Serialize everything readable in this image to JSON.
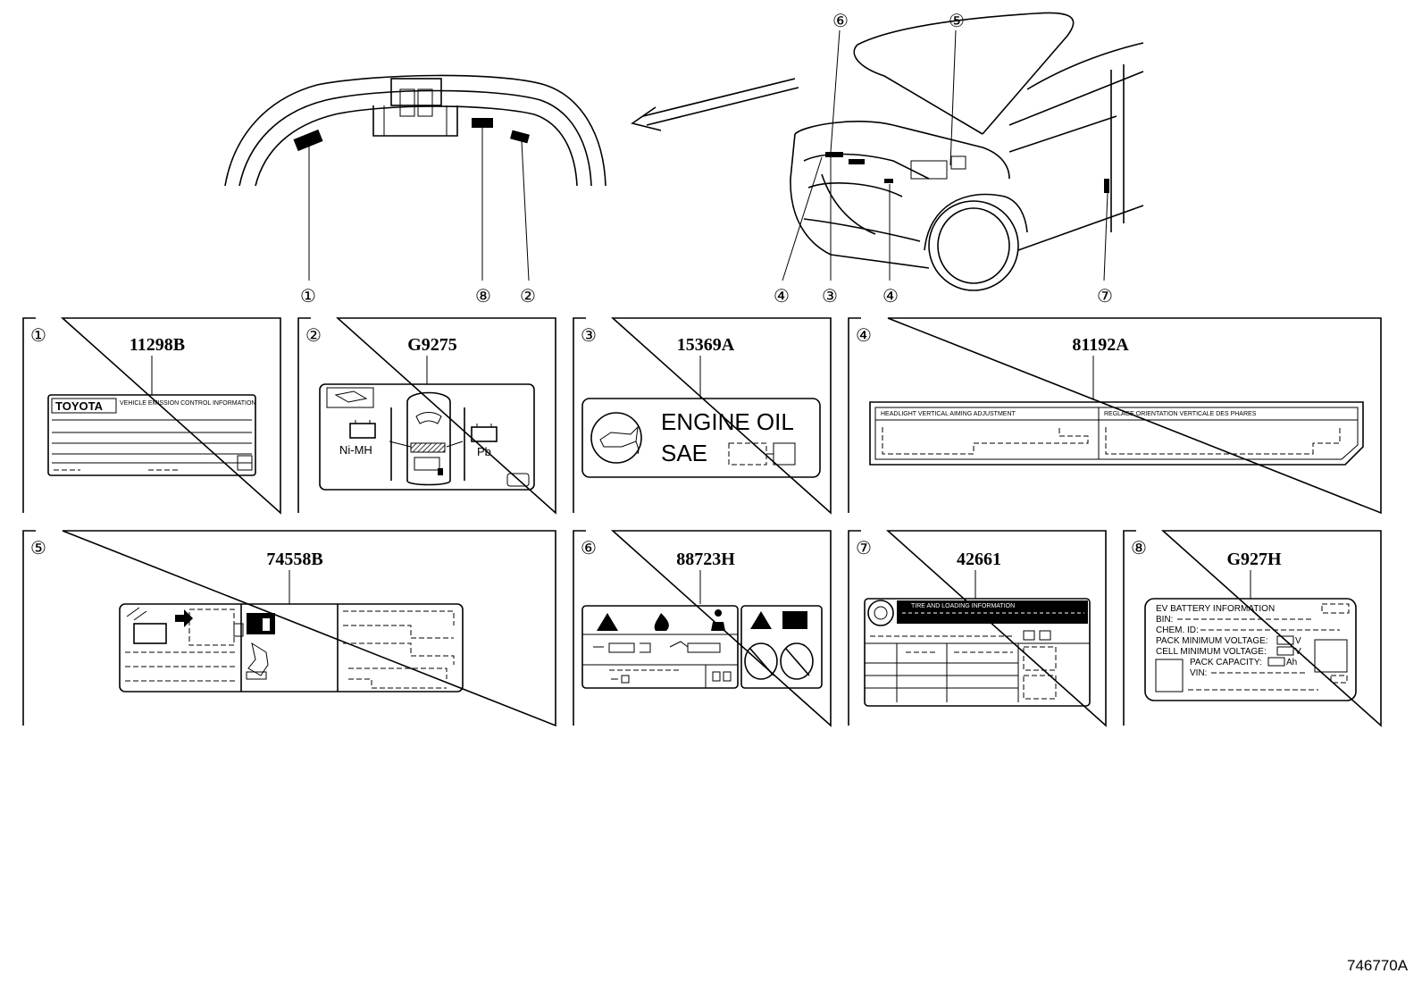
{
  "callouts": {
    "c1": "①",
    "c2": "②",
    "c3": "③",
    "c4a": "④",
    "c4b": "④",
    "c5": "⑤",
    "c6": "⑥",
    "c7": "⑦",
    "c8": "⑧"
  },
  "panels": [
    {
      "num": "①",
      "part": "11298B"
    },
    {
      "num": "②",
      "part": "G9275"
    },
    {
      "num": "③",
      "part": "15369A"
    },
    {
      "num": "④",
      "part": "81192A"
    },
    {
      "num": "⑤",
      "part": "74558B"
    },
    {
      "num": "⑥",
      "part": "88723H"
    },
    {
      "num": "⑦",
      "part": "42661"
    },
    {
      "num": "⑧",
      "part": "G927H"
    }
  ],
  "labels": {
    "toyota": "TOYOTA",
    "vehicle_emission": "VEHICLE EMISSION CONTROL INFORMATION",
    "nimh": "Ni-MH",
    "pb": "Pb",
    "engine_oil": "ENGINE  OIL",
    "sae": "SAE",
    "headlight_left": "HEADLIGHT VERTICAL AIMING ADJUSTMENT",
    "headlight_right": "REGLAGE ORIENTATION VERTICALE DES PHARES",
    "tire_info": "TIRE AND LOADING INFORMATION",
    "ev_title": "EV BATTERY  INFORMATION",
    "ev_bin": "BIN:",
    "ev_chem": "CHEM. ID:",
    "ev_pack_min": "PACK MINIMUM  VOLTAGE:",
    "ev_cell_min": "CELL MINIMUM  VOLTAGE:",
    "ev_pack_cap": "PACK  CAPACITY:",
    "ev_vin": "VIN:",
    "unit_v1": "V",
    "unit_v2": "V",
    "unit_ah": "Ah"
  },
  "reference": "746770A"
}
